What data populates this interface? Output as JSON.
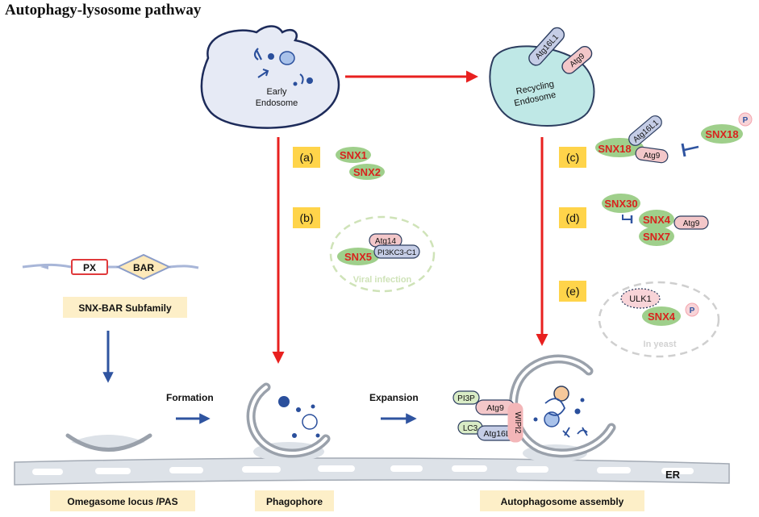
{
  "title": "Autophagy-lysosome pathway",
  "colors": {
    "arrow_red": "#e8201f",
    "arrow_blue": "#2f54a0",
    "snx_text": "#d8231e",
    "snx_fill": "#9fcf8b",
    "atg9_fill": "#f3c7c9",
    "atg16l1_fill": "#c5cde6",
    "label_box": "#ffd44a",
    "caption_box": "#fdefc8",
    "er_fill": "#dde2e8"
  },
  "early_endosome": {
    "label_line1": "Early",
    "label_line2": "Endosome"
  },
  "recycling_endosome": {
    "label_line1": "Recycling",
    "label_line2": "Endosome",
    "protein_atg16l1": "Atg16L1",
    "protein_atg9": "Atg9"
  },
  "panel_a": {
    "tag": "(a)",
    "snx1": "SNX1",
    "snx2": "SNX2"
  },
  "panel_b": {
    "tag": "(b)",
    "snx5": "SNX5",
    "atg14": "Atg14",
    "pi3kc3": "PI3KC3-C1",
    "context": "Viral infection"
  },
  "panel_c": {
    "tag": "(c)",
    "snx18": "SNX18",
    "atg16l1": "Atg16L1",
    "atg9": "Atg9",
    "snx18_phos": "SNX18",
    "phospho": "P"
  },
  "panel_d": {
    "tag": "(d)",
    "snx30": "SNX30",
    "snx4": "SNX4",
    "snx7": "SNX7",
    "atg9": "Atg9"
  },
  "panel_e": {
    "tag": "(e)",
    "ulk1": "ULK1",
    "snx4": "SNX4",
    "phospho": "P",
    "context": "In yeast"
  },
  "domain_diagram": {
    "px": "PX",
    "bar": "BAR",
    "caption": "SNX-BAR Subfamily"
  },
  "steps": {
    "formation": "Formation",
    "expansion": "Expansion"
  },
  "assembly_proteins": {
    "pi3p": "PI3P",
    "atg9": "Atg9",
    "lc3": "LC3",
    "atg16l1": "Atg16L1",
    "wipi2": "WIPI2"
  },
  "er_label": "ER",
  "captions": {
    "omegasome": "Omegasome locus /PAS",
    "phagophore": "Phagophore",
    "autophagosome": "Autophagosome assembly"
  }
}
